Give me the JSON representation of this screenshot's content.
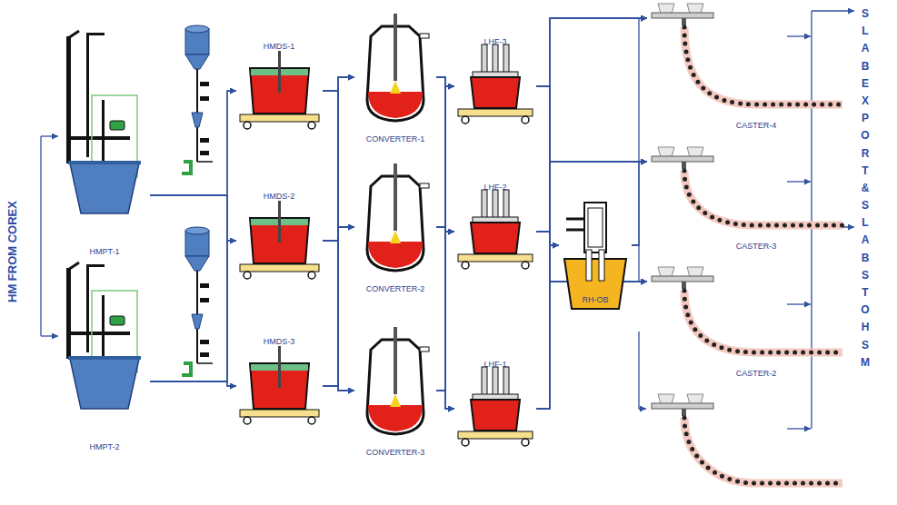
{
  "diagram": {
    "nodes": [
      {
        "text": [
          "HMPT-1"
        ]
      },
      {
        "text": [
          "HMPT-2"
        ]
      },
      {
        "text": [
          "HMDS-1"
        ]
      },
      {
        "text": [
          "HMDS-2"
        ]
      },
      {
        "text": [
          "HMDS-3"
        ]
      },
      {
        "text": [
          "CONVERTER-1"
        ]
      },
      {
        "text": [
          "CONVERTER-2"
        ]
      },
      {
        "text": [
          "CONVERTER-3"
        ]
      },
      {
        "text": [
          "LHF-3"
        ]
      },
      {
        "text": [
          "LHF-2"
        ]
      },
      {
        "text": [
          "LHF-1"
        ]
      },
      {
        "text": [
          "RH-OB"
        ]
      },
      {
        "text": [
          "CASTER-4"
        ]
      },
      {
        "text": [
          "CASTER-3"
        ]
      },
      {
        "text": [
          "CASTER-2"
        ]
      }
    ],
    "edges": [
      {
        "from": 0,
        "to": 2,
        "arrow": "to"
      },
      {
        "from": 0,
        "to": 3,
        "arrow": "to"
      },
      {
        "from": 0,
        "to": 4,
        "arrow": "to"
      },
      {
        "from": 1,
        "to": 2,
        "arrow": "to"
      },
      {
        "from": 1,
        "to": 3,
        "arrow": "to"
      },
      {
        "from": 1,
        "to": 4,
        "arrow": "to"
      },
      {
        "from": 2,
        "to": 5,
        "arrow": "to"
      },
      {
        "from": 2,
        "to": 6,
        "arrow": "to"
      },
      {
        "from": 2,
        "to": 7,
        "arrow": "to"
      },
      {
        "from": 3,
        "to": 5,
        "arrow": "to"
      },
      {
        "from": 3,
        "to": 6,
        "arrow": "to"
      },
      {
        "from": 3,
        "to": 7,
        "arrow": "to"
      },
      {
        "from": 4,
        "to": 5,
        "arrow": "to"
      },
      {
        "from": 4,
        "to": 6,
        "arrow": "to"
      },
      {
        "from": 4,
        "to": 7,
        "arrow": "to"
      },
      {
        "from": 5,
        "to": 8,
        "arrow": "to"
      },
      {
        "from": 5,
        "to": 9,
        "arrow": "to"
      },
      {
        "from": 5,
        "to": 10,
        "arrow": "to"
      },
      {
        "from": 6,
        "to": 8,
        "arrow": "to"
      },
      {
        "from": 6,
        "to": 9,
        "arrow": "to"
      },
      {
        "from": 6,
        "to": 10,
        "arrow": "to"
      },
      {
        "from": 7,
        "to": 8,
        "arrow": "to"
      },
      {
        "from": 7,
        "to": 9,
        "arrow": "to"
      },
      {
        "from": 7,
        "to": 10,
        "arrow": "to"
      },
      {
        "from": 8,
        "to": 11,
        "arrow": "to"
      },
      {
        "from": 9,
        "to": 11,
        "arrow": "to"
      },
      {
        "from": 10,
        "to": 11,
        "arrow": "to"
      },
      {
        "from": 8,
        "to": 12,
        "arrow": "to"
      },
      {
        "from": 8,
        "to": 13,
        "arrow": "to"
      },
      {
        "from": 8,
        "to": 14,
        "arrow": "to"
      },
      {
        "from": 9,
        "to": 12,
        "arrow": "to"
      },
      {
        "from": 9,
        "to": 13,
        "arrow": "to"
      },
      {
        "from": 9,
        "to": 14,
        "arrow": "to"
      },
      {
        "from": 10,
        "to": 12,
        "arrow": "to"
      },
      {
        "from": 10,
        "to": 13,
        "arrow": "to"
      },
      {
        "from": 10,
        "to": 14,
        "arrow": "to"
      },
      {
        "from": 11,
        "to": 12,
        "arrow": "to"
      },
      {
        "from": 11,
        "to": 13,
        "arrow": "to"
      },
      {
        "from": 11,
        "to": 14,
        "arrow": "to"
      }
    ],
    "labels": [
      "HM FROM COREX",
      "SLAB EXPORT & SLABS TO HSM"
    ]
  }
}
